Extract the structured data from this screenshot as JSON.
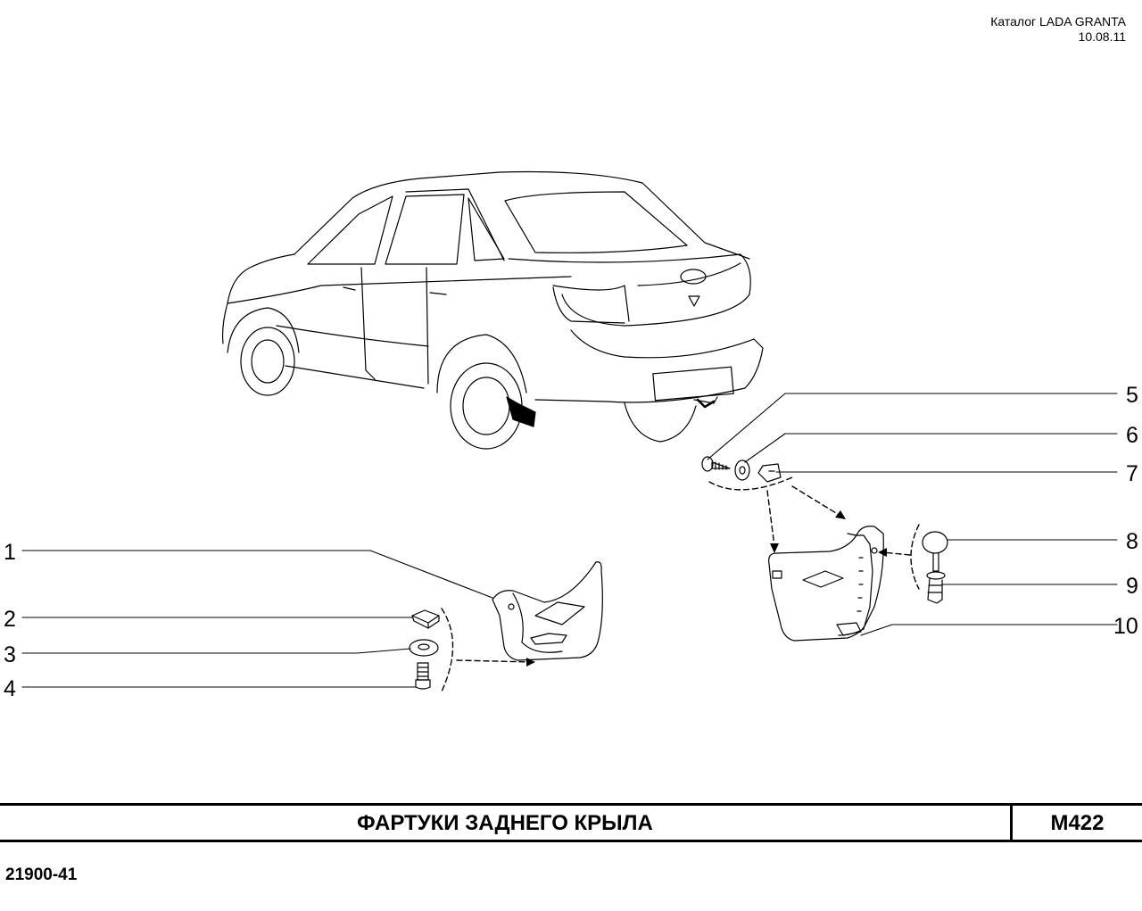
{
  "header": {
    "catalog": "Каталог LADA  GRANTA",
    "date": "10.08.11"
  },
  "title": "ФАРТУКИ ЗАДНЕГО КРЫЛА",
  "code": "M422",
  "doc_number": "21900-41",
  "callouts": [
    "1",
    "2",
    "3",
    "4",
    "5",
    "6",
    "7",
    "8",
    "9",
    "10"
  ]
}
